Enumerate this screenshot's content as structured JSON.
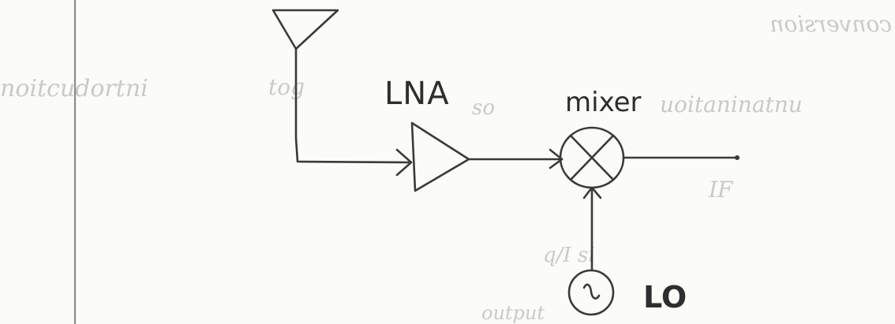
{
  "labels": {
    "lna": "LNA",
    "mixer": "mixer",
    "lo": "LO"
  },
  "show_through": {
    "top_right": "conversion",
    "left_mirror": "noitcudortni",
    "mid_left_mirror": "tog",
    "mid_center_mirror": "so",
    "mid_right_mirror": "uoitaninatnu",
    "right_fragment": "IF",
    "bottom_mirror": "q/I si",
    "bottom_mirror2": "output"
  },
  "colors": {
    "ink": "#3a3a3a",
    "paper": "#fbfbf8",
    "show_through": "#c9c9c9"
  }
}
